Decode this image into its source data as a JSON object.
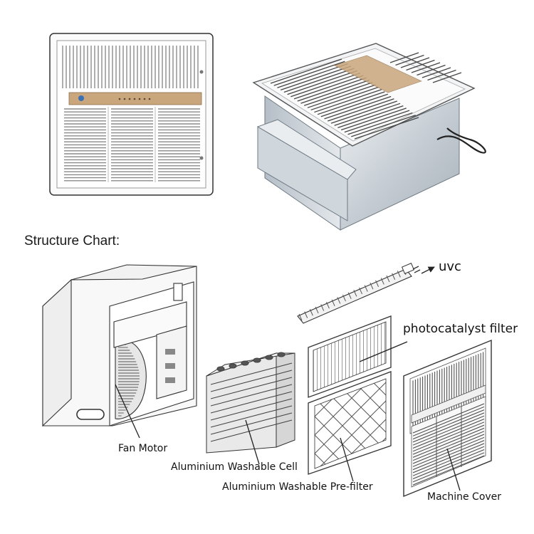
{
  "title": "Structure Chart:",
  "labels": {
    "uvc": "uvc",
    "photocatalyst": "photocatalyst filter",
    "fan_motor": "Fan Motor",
    "washable_cell": "Aluminium Washable Cell",
    "pre_filter": "Aluminium Washable Pre-filter",
    "machine_cover": "Machine Cover"
  },
  "colors": {
    "line": "#222222",
    "metal_light": "#dfe4e9",
    "metal_mid": "#b9c1c9",
    "metal_dark": "#8f9aa5",
    "panel_strip": "#c8a57c",
    "frame": "#f7f7f7"
  }
}
